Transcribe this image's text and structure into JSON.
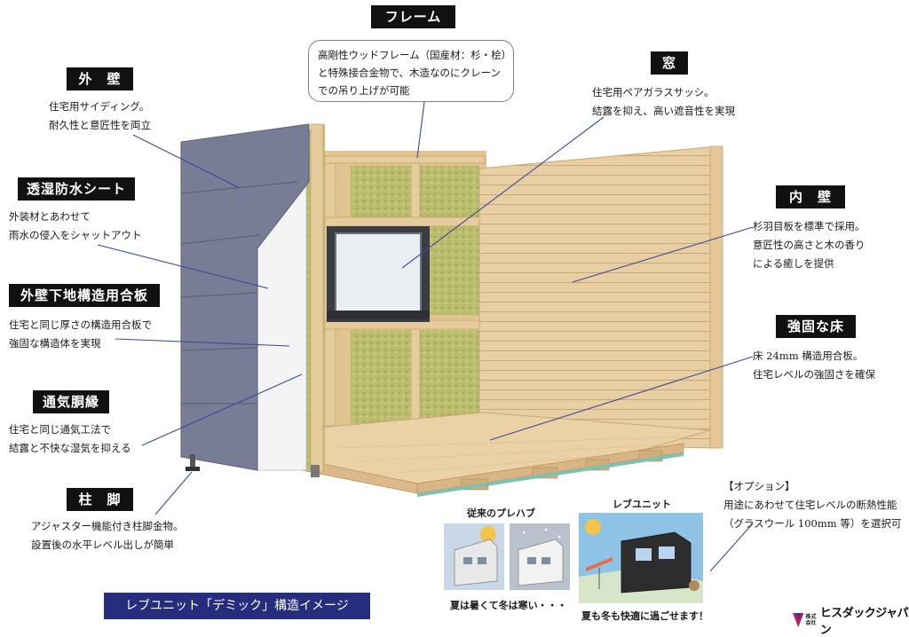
{
  "labels": {
    "frame": "フレーム",
    "outer_wall": "外　壁",
    "moisture_sheet": "透湿防水シート",
    "plywood": "外壁下地構造用合板",
    "vent": "通気胴縁",
    "legs": "柱　脚",
    "window": "窓",
    "inner_wall": "内　壁",
    "floor": "強固な床"
  },
  "descriptions": {
    "frame": [
      "高剛性ウッドフレーム（国産材：杉・桧）",
      "と特殊接合金物で、木造なのにクレーン",
      "での吊り上げが可能"
    ],
    "outer_wall": [
      "住宅用サイディング。",
      "耐久性と意匠性を両立"
    ],
    "moisture_sheet": [
      "外装材とあわせて",
      "雨水の侵入をシャットアウト"
    ],
    "plywood": [
      "住宅と同じ厚さの構造用合板で",
      "強固な構造体を実現"
    ],
    "vent": [
      "住宅と同じ通気工法で",
      "結露と不快な湿気を抑える"
    ],
    "legs": [
      "アジャスター機能付き柱脚金物。",
      "設置後の水平レベル出しが簡単"
    ],
    "window": [
      "住宅用ペアガラスサッシ。",
      "結露を抑え、高い遮音性を実現"
    ],
    "inner_wall": [
      "杉羽目板を標準で採用。",
      "意匠性の高さと木の香り",
      "による癒しを提供"
    ],
    "floor": [
      "床 24mm 構造用合板。",
      "住宅レベルの強固さを確保"
    ]
  },
  "option": [
    "【オプション】",
    "用途にあわせて住宅レベルの断熱性能",
    "（グラスウール 100mm 等）を選択可"
  ],
  "comparison": {
    "old_title": "従来のプレハブ",
    "new_title": "レブユニット",
    "old_caption": "夏は暑くて冬は寒い・・・",
    "new_caption": "夏も冬も快適に過ごせます！"
  },
  "banner": "レブユニット「デミック」構造イメージ",
  "logo": {
    "small": "株式会社",
    "name": "ヒスダックジャパン"
  },
  "colors": {
    "label_bg": "#111111",
    "banner_bg": "#272d7d",
    "leader_line": "#3b4a9a",
    "wood": "#e3c79a",
    "siding": "#7a8098",
    "insulation": "#b7bb6a"
  }
}
